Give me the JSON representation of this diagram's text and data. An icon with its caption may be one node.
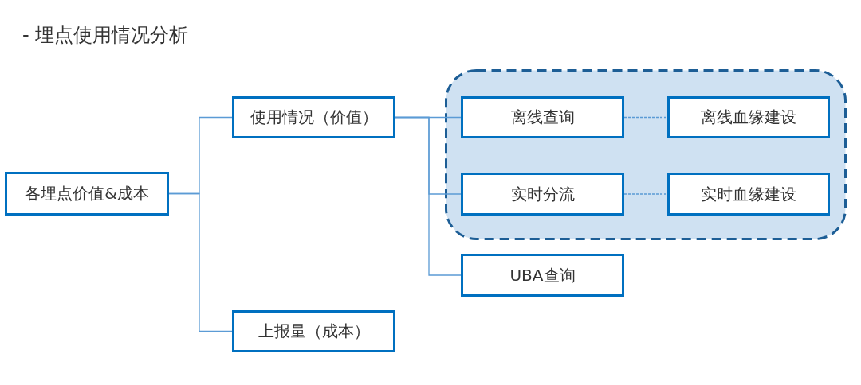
{
  "diagram": {
    "title": "- 埋点使用情况分析",
    "nodes": [
      {
        "text": [
          "各埋点价值&成本"
        ]
      },
      {
        "text": [
          "使用情况（价值）"
        ]
      },
      {
        "text": [
          "上报量（成本）"
        ]
      },
      {
        "text": [],
        "shape": "box"
      },
      {
        "text": [
          "离线查询"
        ],
        "in": 3
      },
      {
        "text": [
          "离线血缘建设"
        ],
        "in": 3
      },
      {
        "text": [
          "实时分流"
        ],
        "in": 3
      },
      {
        "text": [
          "实时血缘建设"
        ],
        "in": 3
      },
      {
        "text": [
          "UBA查询"
        ]
      }
    ],
    "edges": [
      {
        "from": 0,
        "to": 1,
        "arrow": "none"
      },
      {
        "from": 0,
        "to": 2,
        "arrow": "none"
      },
      {
        "from": 1,
        "to": 4,
        "arrow": "none"
      },
      {
        "from": 1,
        "to": 6,
        "arrow": "none"
      },
      {
        "from": 1,
        "to": 8,
        "arrow": "none"
      },
      {
        "from": 4,
        "to": 5,
        "arrow": "none",
        "style": "dashed"
      },
      {
        "from": 6,
        "to": 7,
        "arrow": "none",
        "style": "dashed"
      }
    ]
  }
}
